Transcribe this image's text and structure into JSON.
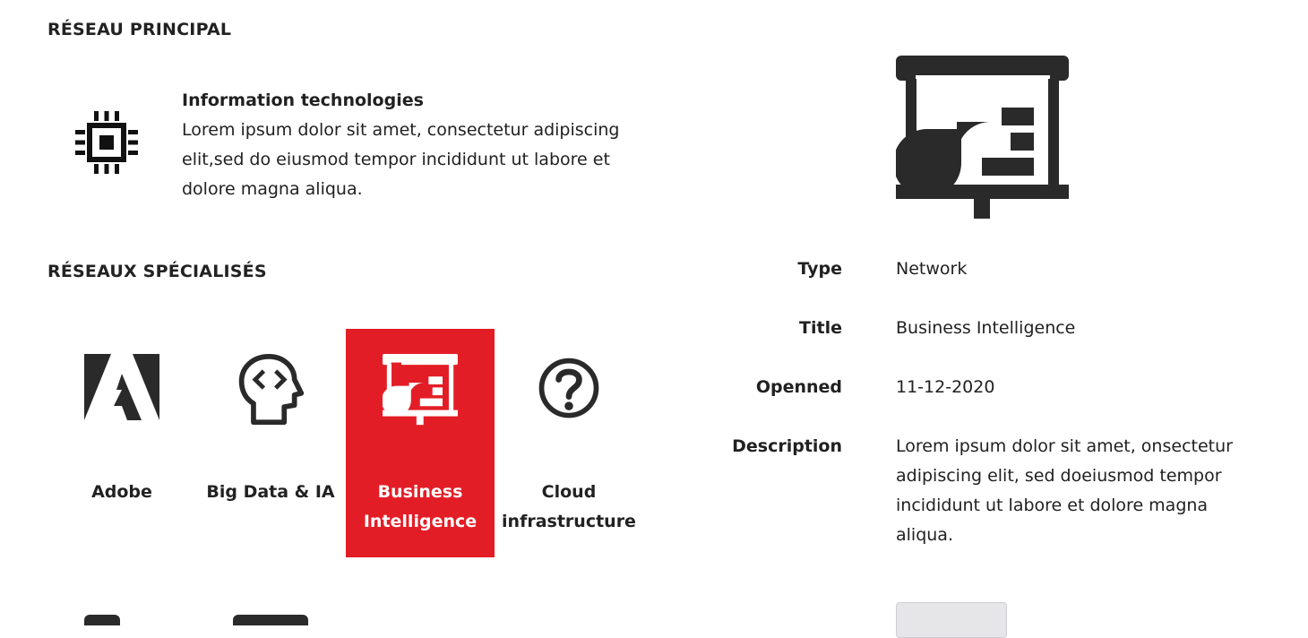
{
  "main_section": {
    "title": "RÉSEAU PRINCIPAL"
  },
  "main_network": {
    "name": "Information technologies",
    "description": "Lorem ipsum dolor sit amet, consectetur adipiscing elit,sed do eiusmod tempor incididunt ut labore et dolore magna aliqua.",
    "icon": "chip-icon"
  },
  "specialized_section": {
    "title": "RÉSEAUX SPÉCIALISÉS"
  },
  "networks": [
    {
      "label": "Adobe",
      "icon": "adobe-icon",
      "selected": false
    },
    {
      "label": "Big Data & IA",
      "icon": "head-code-icon",
      "selected": false
    },
    {
      "label": "Business Intelligence",
      "icon": "presentation-chart-icon",
      "selected": true
    },
    {
      "label": "Cloud infrastructure",
      "icon": "question-icon",
      "selected": false
    }
  ],
  "details": {
    "icon": "presentation-chart-icon",
    "type_label": "Type",
    "type_value": "Network",
    "title_label": "Title",
    "title_value": "Business Intelligence",
    "opened_label": "Openned",
    "opened_value": "11-12-2020",
    "description_label": "Description",
    "description_value": "Lorem ipsum dolor sit amet, onsectetur adipiscing elit, sed doeiusmod tempor incididunt ut labore et dolore magna aliqua."
  },
  "colors": {
    "accent": "#e31d26",
    "text": "#212121",
    "icon": "#2a2a2a"
  }
}
